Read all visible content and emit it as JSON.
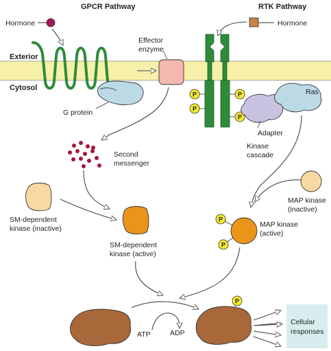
{
  "headers": {
    "gpcr": "GPCR Pathway",
    "rtk": "RTK Pathway"
  },
  "membrane": {
    "exterior": "Exterior",
    "cytosol": "Cytosol",
    "color": "#f7f0a8"
  },
  "labels": {
    "hormone_left": "Hormone",
    "hormone_right": "Hormone",
    "effector_line1": "Effector",
    "effector_line2": "enzyme",
    "g_protein": "G protein",
    "ras": "Ras",
    "adapter": "Adapter",
    "second_messenger_line1": "Second",
    "second_messenger_line2": "messenger",
    "kinase_cascade_line1": "Kinase",
    "kinase_cascade_line2": "cascade",
    "sm_inactive_line1": "SM-dependent",
    "sm_inactive_line2": "kinase (inactive)",
    "sm_active_line1": "SM-dependent",
    "sm_active_line2": "kinase (active)",
    "map_inactive_line1": "MAP kinase",
    "map_inactive_line2": "(inactive)",
    "map_active_line1": "MAP kinase",
    "map_active_line2": "(active)",
    "atp": "ATP",
    "adp": "ADP",
    "cellular_line1": "Cellular",
    "cellular_line2": "responses",
    "phosphate": "P"
  },
  "colors": {
    "receptor_green": "#2e8b3a",
    "effector_pink": "#f4b8b0",
    "g_protein_blue": "#bcd9e6",
    "adapter_purple": "#c9c2e0",
    "ras_blue": "#bcd9e6",
    "sm_inactive": "#f8d9a3",
    "sm_active": "#e8951a",
    "map_inactive": "#f8d9a3",
    "map_active": "#e8951a",
    "phosphate_yellow": "#f5ec2a",
    "protein_brown": "#a8683a",
    "second_messenger": "#a01a3a",
    "hormone_left": "#a01a5a",
    "hormone_right": "#c8844a",
    "cellular_box": "#d8eeee"
  },
  "icons": {
    "hormone_left": "ligand-circle-icon",
    "hormone_right": "ligand-square-icon",
    "phosphate": "phosphate-circle-icon"
  }
}
